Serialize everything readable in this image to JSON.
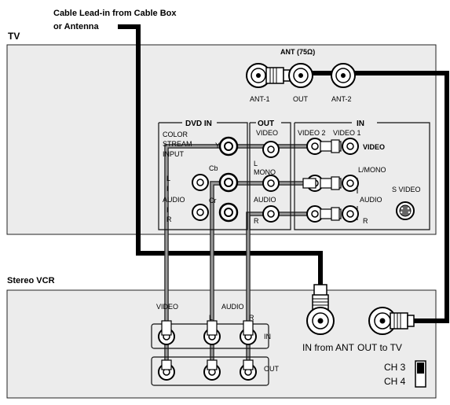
{
  "labels": {
    "cable_leadin_line1": "Cable Lead-in from Cable Box",
    "cable_leadin_line2": "or Antenna",
    "tv": "TV",
    "stereo_vcr": "Stereo VCR",
    "ant_title": "ANT (75Ω)",
    "ant1": "ANT-1",
    "ant_out": "OUT",
    "ant2": "ANT-2",
    "dvd_in": "DVD IN",
    "out": "OUT",
    "in": "IN",
    "color": "COLOR",
    "stream": "STREAM",
    "input": "INPUT",
    "y": "Y",
    "cb": "Cb",
    "cr": "Cr",
    "l": "L",
    "i": "I",
    "audio": "AUDIO",
    "r": "R",
    "video": "VIDEO",
    "l_mono": "L",
    "mono": "MONO",
    "audio_out": "AUDIO",
    "r_out": "R",
    "video2": "VIDEO 2",
    "video1": "VIDEO 1",
    "video_in": "VIDEO",
    "l_slash_mono": "L/MONO",
    "audio_in": "AUDIO",
    "r_in": "R",
    "s_video": "S VIDEO",
    "vcr_video": "VIDEO",
    "vcr_audio": "AUDIO",
    "vcr_l": "L",
    "vcr_r": "R",
    "vcr_in": "IN",
    "vcr_out": "OUT",
    "in_from_ant": "IN from ANT",
    "out_to_tv": "OUT to TV",
    "ch3": "CH 3",
    "ch4": "CH 4"
  },
  "colors": {
    "panel": "#ececec",
    "cable_black": "#000000",
    "cable_grey": "#9a9a9a"
  }
}
